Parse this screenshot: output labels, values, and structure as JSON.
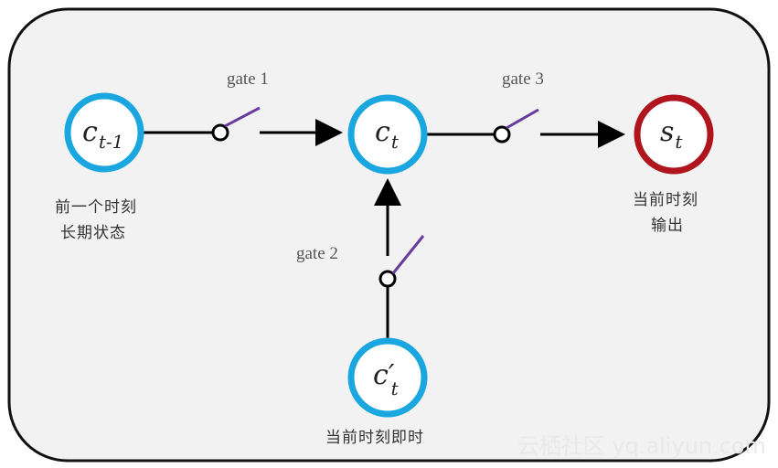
{
  "nodes": {
    "prev_state": {
      "symbol": "c",
      "subscript": "t-1",
      "label_line1": "前一个时刻",
      "label_line2": "长期状态",
      "color": "#1aa7e0"
    },
    "cur_state": {
      "symbol": "c",
      "subscript": "t",
      "color": "#1aa7e0"
    },
    "candidate": {
      "symbol": "c′",
      "subscript": "t",
      "label": "当前时刻即时",
      "color": "#1aa7e0"
    },
    "output": {
      "symbol": "s",
      "subscript": "t",
      "label_line1": "当前时刻",
      "label_line2": "输出",
      "color": "#b0141c"
    }
  },
  "gates": {
    "gate1": {
      "label": "gate 1"
    },
    "gate2": {
      "label": "gate 2"
    },
    "gate3": {
      "label": "gate 3"
    }
  },
  "colors": {
    "background": "#f2f2f2",
    "border": "#111111",
    "switch_lever": "#6a3b9e",
    "arrow": "#000000"
  },
  "watermark": "云栖社区 yq.aliyun.com"
}
